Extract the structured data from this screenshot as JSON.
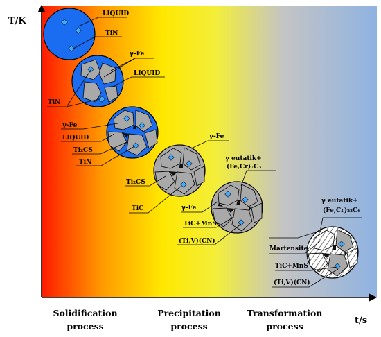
{
  "axes": {
    "y_label": "T/K",
    "x_label": "t/s"
  },
  "stages": [
    {
      "line1": "Solidification",
      "line2": "process"
    },
    {
      "line1": "Precipitation",
      "line2": "process"
    },
    {
      "line1": "Transformation",
      "line2": "process"
    }
  ],
  "labels": {
    "liquid_1": "LIQUID",
    "tin_1": "TiN",
    "gamma_fe_2": "γ-Fe",
    "liquid_2": "LIQUID",
    "tin_2": "TiN",
    "gamma_fe_3": "γ-Fe",
    "liquid_3": "LIQUID",
    "ti2cs_3": "Ti₂CS",
    "tin_3": "TiN",
    "gamma_fe_4": "γ-Fe",
    "ti2cs_4": "Ti₂CS",
    "tic_4": "TiC",
    "gamma_eutatik_5": "γ eutatik+",
    "carbide_5": "(Fe,Cr)₇C₃",
    "gamma_fe_5": "γ-Fe",
    "tic_mns_5": "TiC+MnS",
    "tivcn_5": "(Ti,V)(CN)",
    "gamma_eutatik_6": "γ eutatik+",
    "carbide_6": "(Fe,Cr)₂₃C₆",
    "martensite_6": "Martensite",
    "tic_mns_6": "TiC+MnS",
    "tivcn_6": "(Ti,V)(CN)"
  },
  "colors": {
    "gradient_start": "#ff1a00",
    "gradient_orange": "#ff9a00",
    "gradient_yellow": "#ffe800",
    "gradient_gray": "#c4c4c4",
    "gradient_end": "#8fb3e2",
    "liquid_blue": "#1a6cf0",
    "grain_gray": "#a9a9a9",
    "precipitate_blue": "#3fa9ff"
  }
}
